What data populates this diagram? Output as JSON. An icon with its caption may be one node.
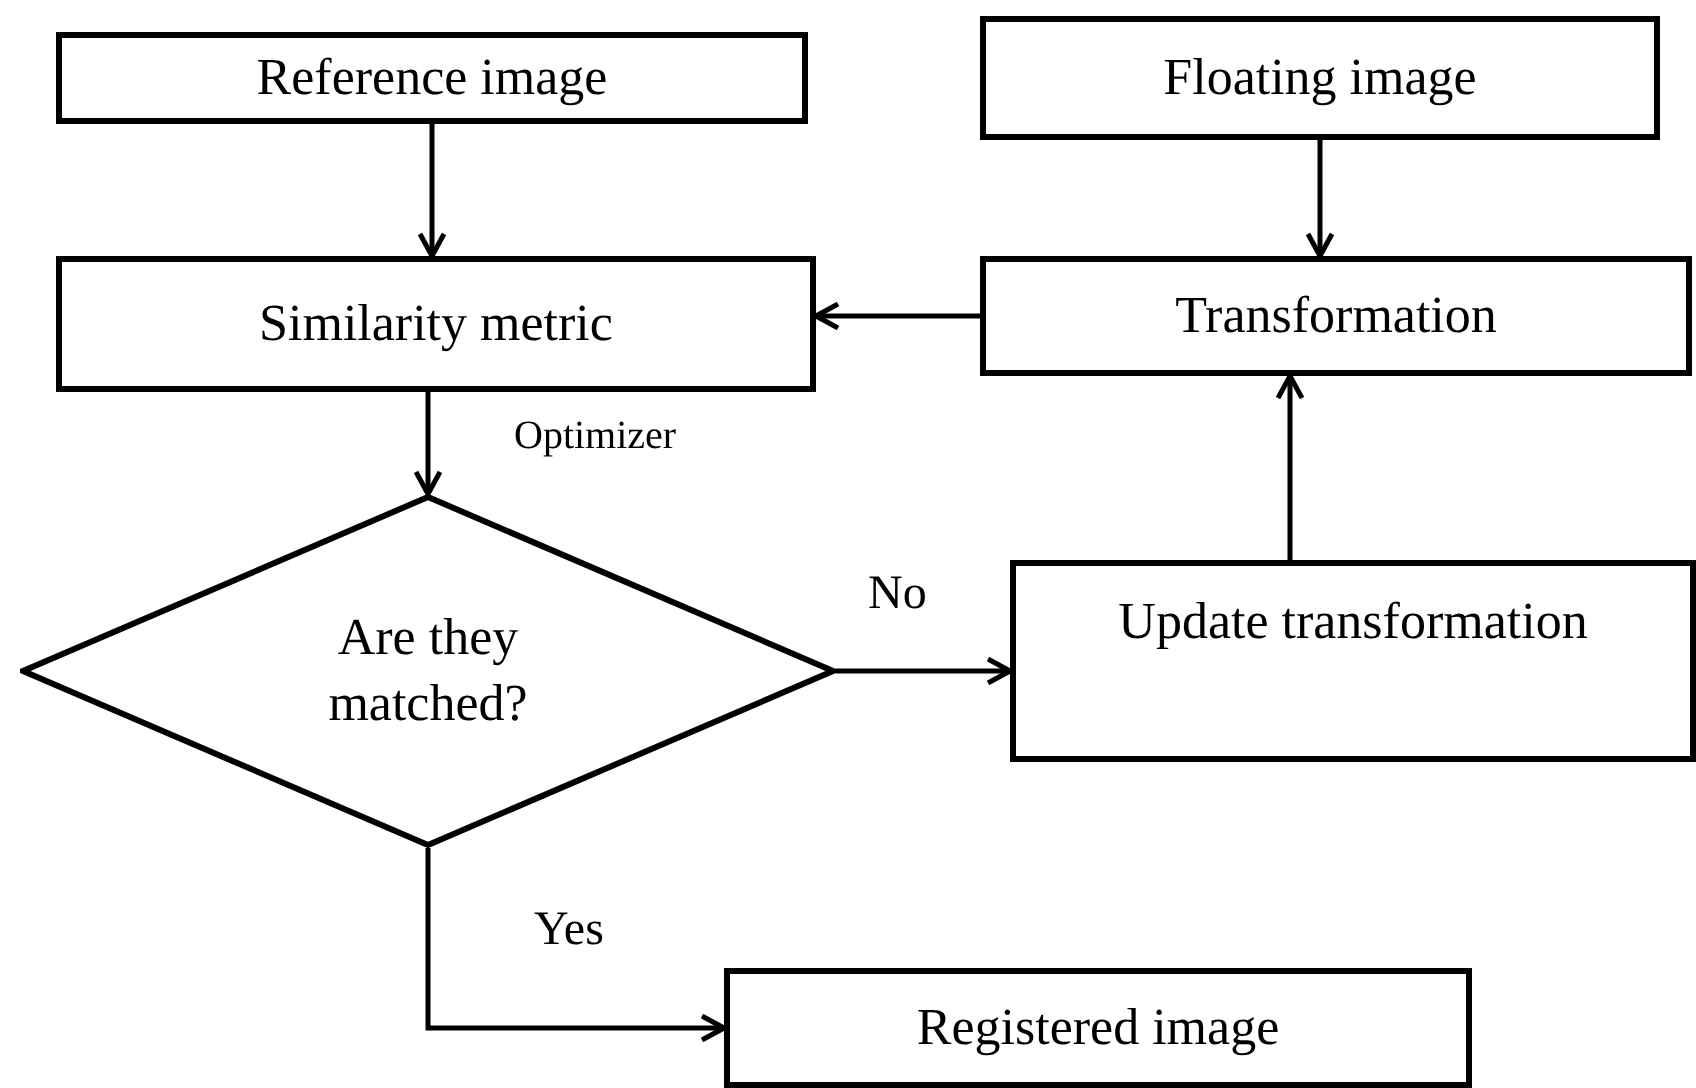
{
  "diagram": {
    "nodes": [
      {
        "text": [
          "Reference image"
        ]
      },
      {
        "text": [
          "Floating image"
        ]
      },
      {
        "text": [
          "Similarity metric"
        ]
      },
      {
        "text": [
          "Transformation"
        ]
      },
      {
        "text": [
          "Are they matched?"
        ]
      },
      {
        "text": [
          "Update transformation"
        ]
      },
      {
        "text": [
          "Registered image"
        ]
      }
    ],
    "edges": [
      {
        "from": 0,
        "to": 2,
        "arrow": "to"
      },
      {
        "from": 1,
        "to": 3,
        "arrow": "to"
      },
      {
        "from": 3,
        "to": 2,
        "arrow": "to"
      },
      {
        "from": 2,
        "to": 4,
        "arrow": "to",
        "label": "Optimizer"
      },
      {
        "from": 4,
        "to": 5,
        "arrow": "to",
        "label": "No"
      },
      {
        "from": 5,
        "to": 3,
        "arrow": "to"
      },
      {
        "from": 4,
        "to": 6,
        "arrow": "to",
        "label": "Yes"
      }
    ]
  }
}
